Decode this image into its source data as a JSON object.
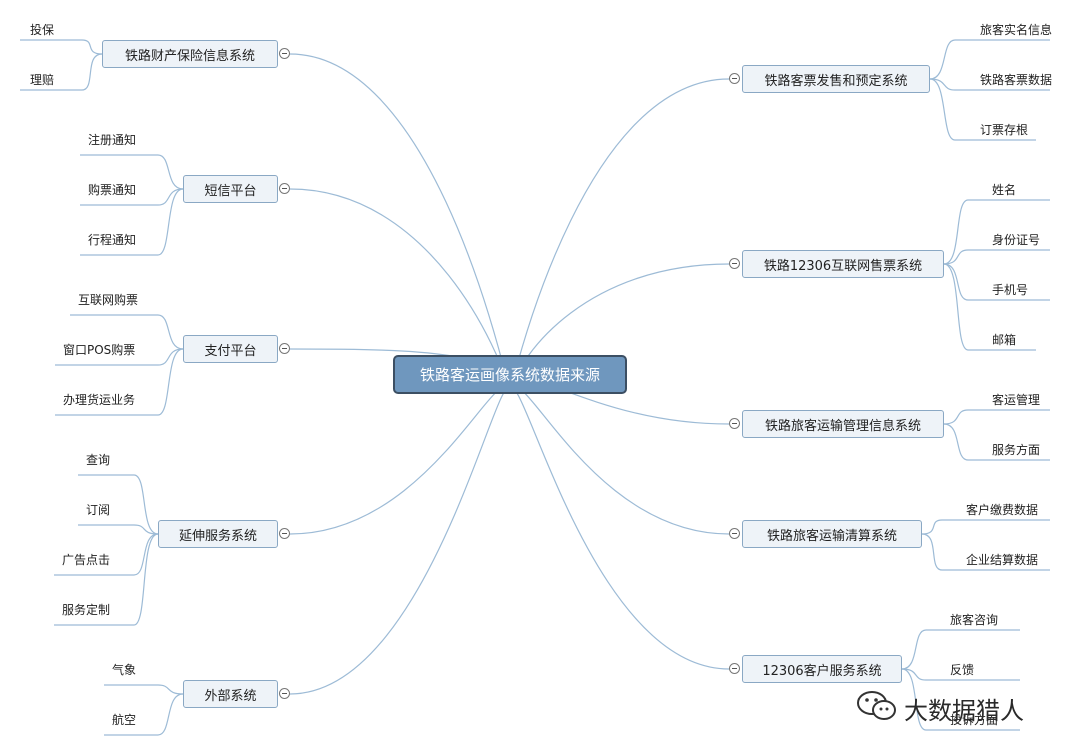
{
  "center": {
    "label": "铁路客运画像系统数据来源"
  },
  "left_branches": [
    {
      "label": "铁路财产保险信息系统",
      "children": [
        "投保",
        "理赔"
      ]
    },
    {
      "label": "短信平台",
      "children": [
        "注册通知",
        "购票通知",
        "行程通知"
      ]
    },
    {
      "label": "支付平台",
      "children": [
        "互联网购票",
        "窗口POS购票",
        "办理货运业务"
      ]
    },
    {
      "label": "延伸服务系统",
      "children": [
        "查询",
        "订阅",
        "广告点击",
        "服务定制"
      ]
    },
    {
      "label": "外部系统",
      "children": [
        "气象",
        "航空"
      ]
    }
  ],
  "right_branches": [
    {
      "label": "铁路客票发售和预定系统",
      "children": [
        "旅客实名信息",
        "铁路客票数据",
        "订票存根"
      ]
    },
    {
      "label": "铁路12306互联网售票系统",
      "children": [
        "姓名",
        "身份证号",
        "手机号",
        "邮箱"
      ]
    },
    {
      "label": "铁路旅客运输管理信息系统",
      "children": [
        "客运管理",
        "服务方面"
      ]
    },
    {
      "label": "铁路旅客运输清算系统",
      "children": [
        "客户缴费数据",
        "企业结算数据"
      ]
    },
    {
      "label": "12306客户服务系统",
      "children": [
        "旅客咨询",
        "反馈",
        "投诉方面"
      ]
    }
  ],
  "watermark": {
    "icon": "wechat-icon",
    "text": "大数据猎人"
  },
  "colors": {
    "line": "#9dbbd6",
    "center_fill": "#6f97be",
    "node_fill": "#eef3f8"
  }
}
